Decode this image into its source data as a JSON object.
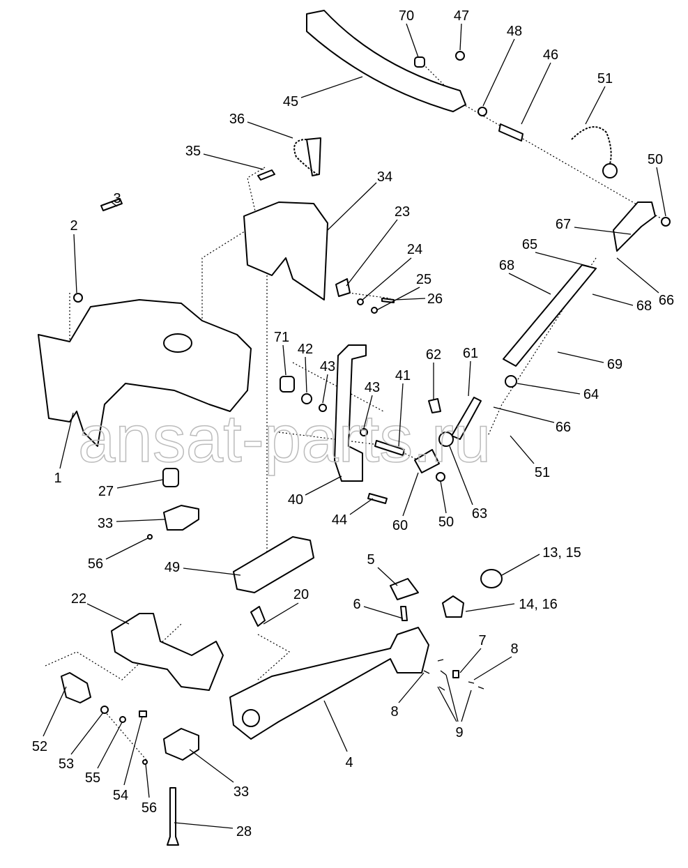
{
  "watermark": "ansat-parts.ru",
  "callouts": [
    "70",
    "47",
    "48",
    "46",
    "45",
    "51",
    "36",
    "35",
    "34",
    "50",
    "3",
    "2",
    "67",
    "65",
    "23",
    "24",
    "68",
    "25",
    "26",
    "66",
    "68",
    "71",
    "42",
    "43",
    "62",
    "61",
    "69",
    "43",
    "41",
    "64",
    "66",
    "51",
    "1",
    "27",
    "40",
    "63",
    "60",
    "50",
    "44",
    "33",
    "56",
    "13, 15",
    "5",
    "49",
    "14, 16",
    "6",
    "20",
    "22",
    "7",
    "8",
    "8",
    "9",
    "4",
    "52",
    "53",
    "55",
    "54",
    "33",
    "56",
    "28"
  ]
}
